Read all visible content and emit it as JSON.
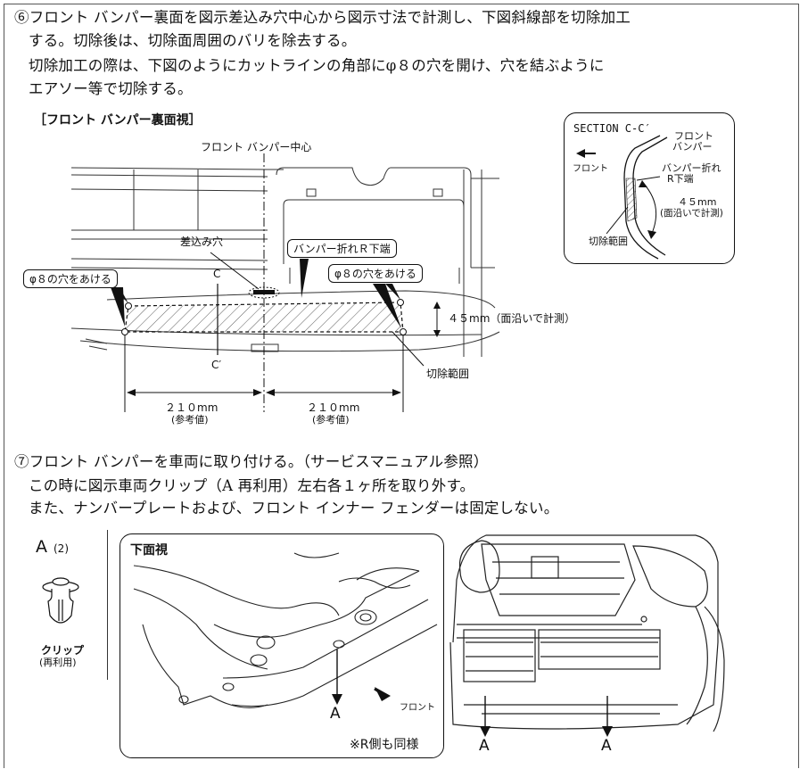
{
  "step6": {
    "line1": "⑥フロント バンパー裏面を図示差込み穴中心から図示寸法で計測し、下図斜線部を切除加工",
    "line2": "する。切除後は、切除面周囲のバリを除去する。",
    "line3": "切除加工の際は、下図のようにカットラインの角部にφ８の穴を開け、穴を結ぶように",
    "line4": "エアソー等で切除する。"
  },
  "fig1": {
    "title": "［フロント バンパー裏面視］",
    "center_label": "フロント バンパー中心",
    "insert_hole": "差込み穴",
    "bend_end": "バンパー折れＲ下端",
    "hole_left": "φ８の穴をあける",
    "hole_right": "φ８の穴をあける",
    "section_c": "C",
    "section_c2": "C′",
    "dim_45": "４５mm（面沿いで計測）",
    "cut_range": "切除範囲",
    "dim_left": "２１０mm",
    "dim_left_note": "(参考値)",
    "dim_right": "２１０mm",
    "dim_right_note": "(参考値)"
  },
  "section": {
    "title": "SECTION C-C′",
    "front_dir": "フロント",
    "bumper_1": "フロント",
    "bumper_2": "バンパー",
    "bend_1": "バンパー折れ",
    "bend_2": "R下端",
    "dim_1": "４５mm",
    "dim_2": "(面沿いで計測)",
    "cut_range": "切除範囲"
  },
  "step7": {
    "line1": "⑦フロント バンパーを車両に取り付ける。（サービスマニュアル参照）",
    "line2": "この時に図示車両クリップ（A 再利用）左右各１ヶ所を取り外す。",
    "line3": "また、ナンバープレートおよび、フロント インナー フェンダーは固定しない。"
  },
  "clip": {
    "label": "A",
    "count": "(2)",
    "name": "クリップ",
    "note": "(再利用)"
  },
  "bottom_view": {
    "title": "下面視",
    "marker": "A",
    "front": "フロント",
    "note": "※R側も同様"
  },
  "car_view": {
    "marker_left": "A",
    "marker_right": "A"
  }
}
